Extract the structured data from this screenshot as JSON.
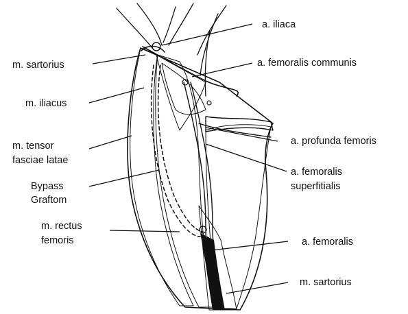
{
  "labels": {
    "a_iliaca": "a. iliaca",
    "m_sartorius_top": "m. sartorius",
    "a_femoralis_communis": "a. femoralis communis",
    "m_iliacus": "m. iliacus",
    "m_tensor_line1": "m. tensor",
    "m_tensor_line2": "fasciae latae",
    "a_profunda_femoris": "a. profunda femoris",
    "bypass_line1": "Bypass",
    "bypass_line2": "Graftom",
    "a_fem_superf_line1": "a. femoralis",
    "a_fem_superf_line2": "superfitialis",
    "m_rectus_line1": "m. rectus",
    "m_rectus_line2": "femoris",
    "a_femoralis": "a. femoralis",
    "m_sartorius_bottom": "m. sartorius"
  },
  "colors": {
    "ink": "#111111",
    "background": "#ffffff"
  },
  "illustration": "thigh-anatomy-drawing"
}
